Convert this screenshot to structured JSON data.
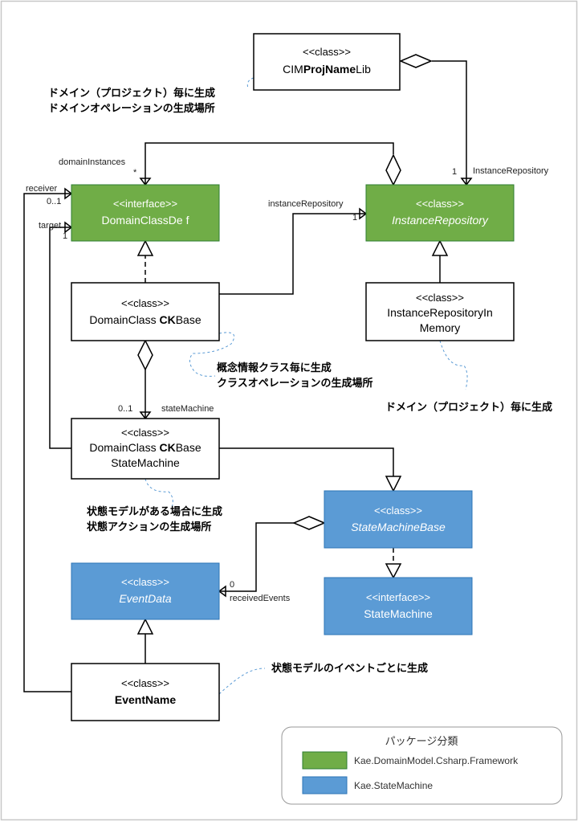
{
  "colors": {
    "framework_package": "#70ad47",
    "statemachine_package": "#5b9bd5",
    "line": "#000000",
    "note_connector": "#5b9bd5"
  },
  "classes": {
    "cim_proj_name_lib": {
      "stereotype": "<<class>>",
      "name_prefix": "CIM",
      "name_bold": "ProjName",
      "name_suffix": "Lib"
    },
    "domain_class_def": {
      "stereotype": "<<interface>>",
      "name": "DomainClassDe f"
    },
    "instance_repository": {
      "stereotype": "<<class>>",
      "name": "InstanceRepository"
    },
    "domain_class_ck_base": {
      "stereotype": "<<class>>",
      "name_prefix": "DomainClass ",
      "name_bold": "CK",
      "name_suffix": "Base"
    },
    "instance_repository_in_memory": {
      "stereotype": "<<class>>",
      "name_line1": "InstanceRepositoryIn",
      "name_line2": "Memory"
    },
    "domain_class_ck_base_state_machine": {
      "stereotype": "<<class>>",
      "name_prefix": "DomainClass ",
      "name_bold": "CK",
      "name_suffix": "Base",
      "name_line2": "StateMachine"
    },
    "state_machine_base": {
      "stereotype": "<<class>>",
      "name": "StateMachineBase"
    },
    "event_data": {
      "stereotype": "<<class>>",
      "name": "EventData"
    },
    "state_machine": {
      "stereotype": "<<interface>>",
      "name": "StateMachine"
    },
    "event_name": {
      "stereotype": "<<class>>",
      "name": "EventName"
    }
  },
  "association_labels": {
    "domain_instances": "domainInstances",
    "domain_instances_mult": "*",
    "instance_repository_role": "InstanceRepository",
    "instance_repository_mult": "1",
    "instance_repository_role2": "instanceRepository",
    "instance_repository_mult2": "1",
    "receiver": "receiver",
    "receiver_mult": "0..1",
    "target": "target",
    "target_mult": "1",
    "state_machine_mult": "0..1",
    "state_machine_role": "stateMachine",
    "received_events_mult": "0",
    "received_events_role": "receivedEvents"
  },
  "notes": {
    "note1_line1": "ドメイン（プロジェクト）毎に生成",
    "note1_line2": "ドメインオペレーションの生成場所",
    "note2_line1": "概念情報クラス毎に生成",
    "note2_line2": "クラスオペレーションの生成場所",
    "note3": "ドメイン（プロジェクト）毎に生成",
    "note4_line1": "状態モデルがある場合に生成",
    "note4_line2": "状態アクションの生成場所",
    "note5": "状態モデルのイベントごとに生成"
  },
  "legend": {
    "title": "パッケージ分類",
    "items": [
      {
        "color": "#70ad47",
        "label": "Kae.DomainModel.Csharp.Framework"
      },
      {
        "color": "#5b9bd5",
        "label": "Kae.StateMachine"
      }
    ]
  }
}
